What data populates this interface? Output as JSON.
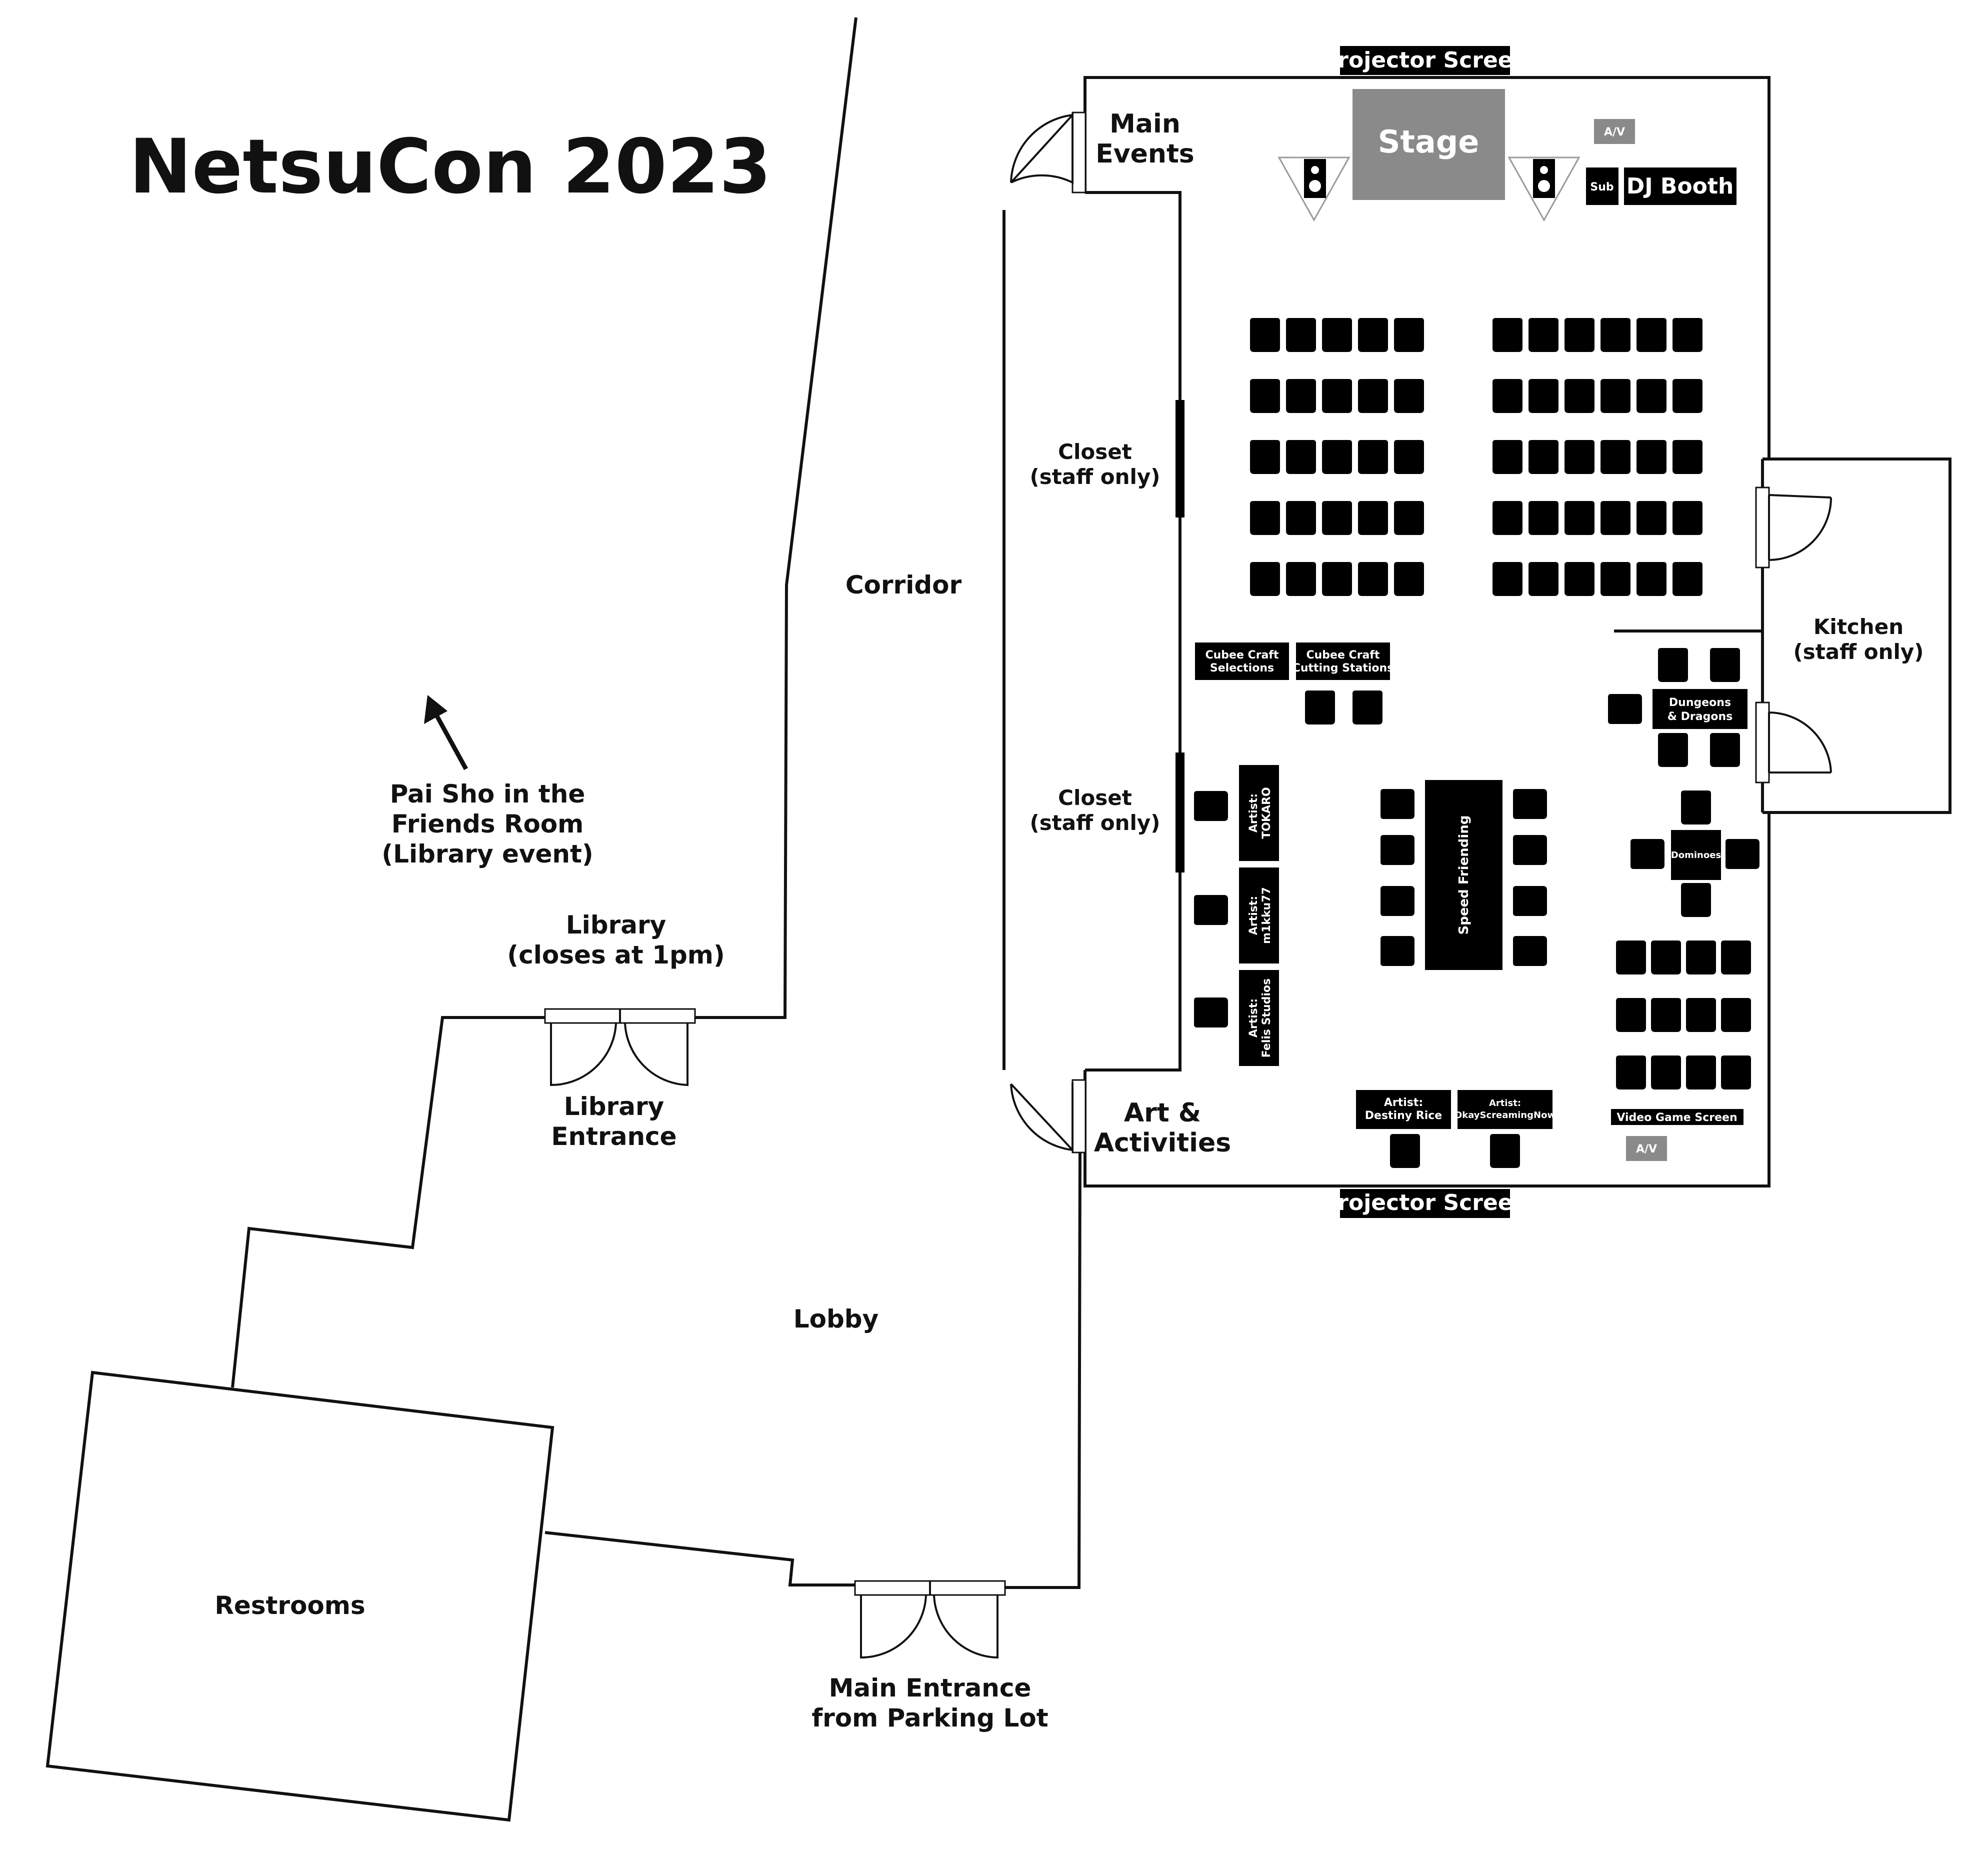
{
  "title": "NetsuCon 2023",
  "rooms": {
    "main_events": [
      "Main",
      "Events"
    ],
    "art_activities": [
      "Art &",
      "Activities"
    ],
    "corridor": "Corridor",
    "closet_1": [
      "Closet",
      "(staff only)"
    ],
    "closet_2": [
      "Closet",
      "(staff only)"
    ],
    "kitchen": [
      "Kitchen",
      "(staff only)"
    ],
    "library": [
      "Library",
      "(closes at 1pm)"
    ],
    "library_entrance": [
      "Library",
      "Entrance"
    ],
    "lobby": "Lobby",
    "restrooms": "Restrooms",
    "main_entrance": [
      "Main Entrance",
      "from Parking Lot"
    ],
    "pai_sho": [
      "Pai Sho in the",
      "Friends Room",
      "(Library event)"
    ]
  },
  "labels": {
    "projector_top": "Projector Screen",
    "projector_bottom": "Projector Screen",
    "stage": "Stage",
    "av_top": "A/V",
    "av_bottom": "A/V",
    "sub": "Sub",
    "dj_booth": "DJ Booth",
    "cubee_selections": [
      "Cubee Craft",
      "Selections"
    ],
    "cubee_cutting": [
      "Cubee Craft",
      "Cutting Stations"
    ],
    "dungeons_dragons": [
      "Dungeons",
      "& Dragons"
    ],
    "dominoes": "Dominoes",
    "speed_friending": "Speed Friending",
    "artist_tokaro": [
      "Artist:",
      "TOKARO"
    ],
    "artist_m1kku77": [
      "Artist:",
      "m1kku77"
    ],
    "artist_felis": [
      "Artist:",
      "Felis Studios"
    ],
    "artist_destiny": [
      "Artist:",
      "Destiny Rice"
    ],
    "artist_okay": [
      "Artist:",
      "OkayScreamingNow"
    ],
    "video_game_screen": "Video Game Screen"
  },
  "icons": {
    "speaker": "speaker-icon",
    "chair": "chair-icon",
    "door": "door-swing-icon",
    "arrow": "arrow-icon"
  },
  "colors": {
    "walls": "#111111",
    "chairs": "#b3b3b3",
    "stage": "#8a8a8a",
    "labels": "#000000"
  }
}
